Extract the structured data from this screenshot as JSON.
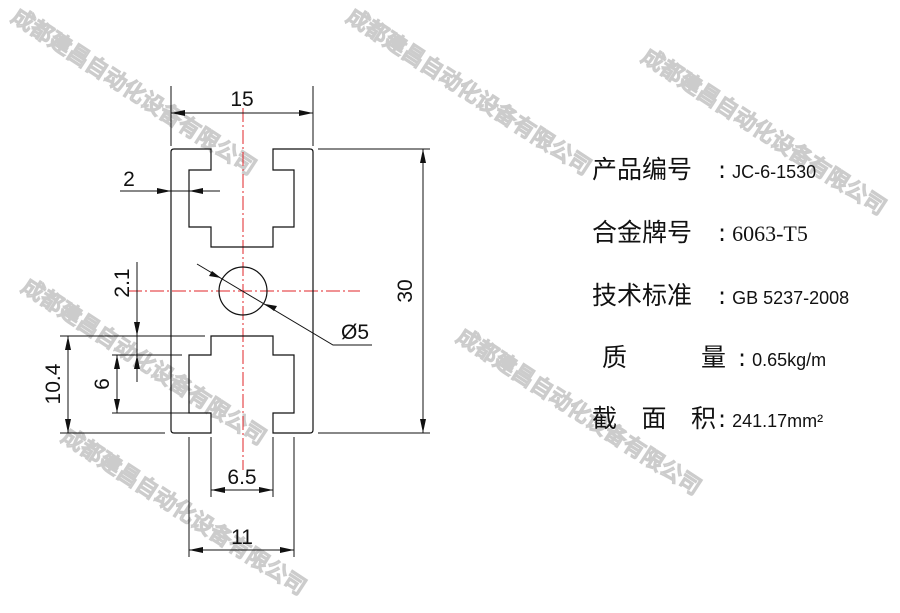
{
  "watermark": "成都建昌自动化设备有限公司",
  "dimensions": {
    "width_total": "15",
    "height_total": "30",
    "wall": "2",
    "gap": "2.1",
    "slot_depth": "6",
    "slot_total": "10.4",
    "slot_opening": "6.5",
    "slot_width": "11",
    "hole": "Ø5"
  },
  "specs": [
    {
      "label": "产品编号",
      "value": "JC-6-1530"
    },
    {
      "label": "合金牌号",
      "value": "6063-T5"
    },
    {
      "label": "技术标准",
      "value": "GB 5237-2008"
    },
    {
      "label": "质 量",
      "value": "0.65kg/m"
    },
    {
      "label": "截 面 积",
      "value": "241.17mm²"
    }
  ],
  "colors": {
    "line": "#111111",
    "centerline": "#e0242a"
  }
}
